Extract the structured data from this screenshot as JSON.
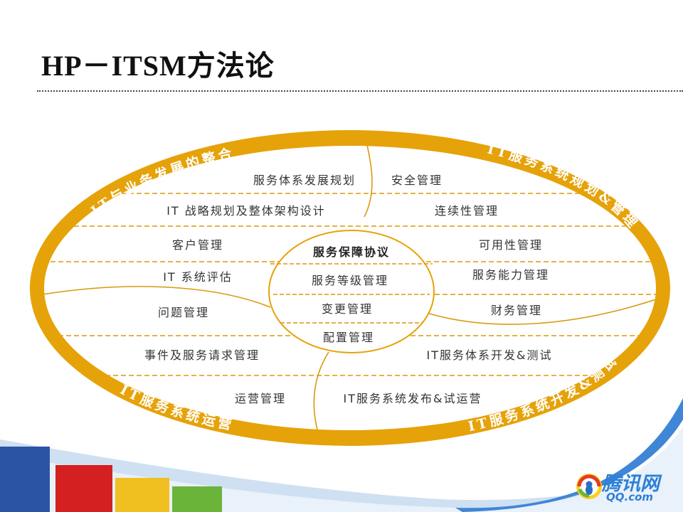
{
  "title": "HP－ITSM方法论",
  "colors": {
    "ring": "#e6a209",
    "divider": "#d79a0c",
    "text": "#333333",
    "wave_blue": "#3f86d6"
  },
  "ring_labels": {
    "top_left": "IT与业务发展的整合",
    "top_right": "IT服务系统规划&管理",
    "bottom_left": "IT服务系统运营",
    "bottom_right": "IT服务系统开发&测试"
  },
  "left_cells": [
    "服务体系发展规划",
    "IT 战略规划及整体架构设计",
    "客户管理",
    "IT 系统评估",
    "问题管理",
    "事件及服务请求管理",
    "运营管理"
  ],
  "right_cells": [
    "安全管理",
    "连续性管理",
    "可用性管理",
    "服务能力管理",
    "财务管理",
    "IT服务体系开发&测试",
    "IT服务系统发布&试运营"
  ],
  "core": {
    "title": "服务保障协议",
    "items": [
      "服务等级管理",
      "变更管理",
      "配置管理"
    ]
  },
  "logo": {
    "icon": "qq-penguin-icon",
    "text": "腾讯网",
    "domain": "QQ.com"
  }
}
